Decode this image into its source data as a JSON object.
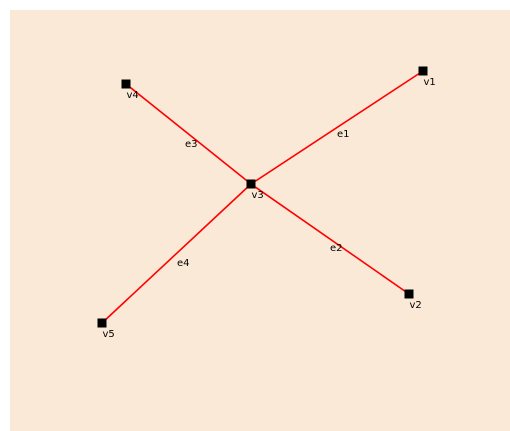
{
  "colors": {
    "background": "#fae9d7",
    "edge": "#ff0000",
    "node": "#000000",
    "label": "#000000"
  },
  "graph": {
    "nodes": [
      {
        "id": "v1",
        "label": "v1"
      },
      {
        "id": "v2",
        "label": "v2"
      },
      {
        "id": "v3",
        "label": "v3"
      },
      {
        "id": "v4",
        "label": "v4"
      },
      {
        "id": "v5",
        "label": "v5"
      }
    ],
    "edges": [
      {
        "id": "e1",
        "label": "e1",
        "source": "v3",
        "target": "v1"
      },
      {
        "id": "e2",
        "label": "e2",
        "source": "v3",
        "target": "v2"
      },
      {
        "id": "e3",
        "label": "e3",
        "source": "v4",
        "target": "v3"
      },
      {
        "id": "e4",
        "label": "e4",
        "source": "v3",
        "target": "v5"
      }
    ]
  }
}
